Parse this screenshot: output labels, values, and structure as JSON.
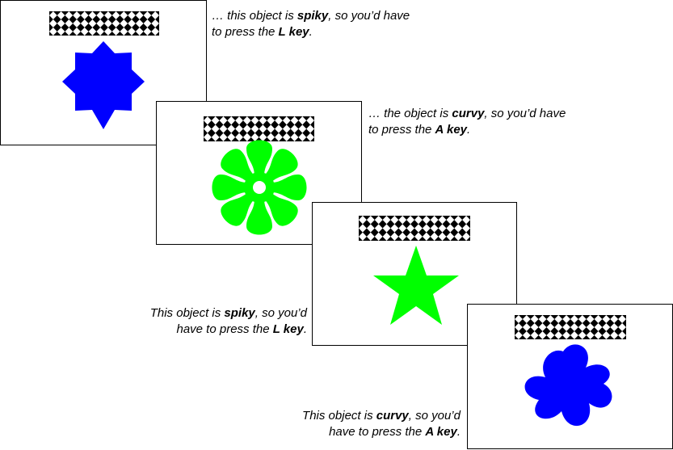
{
  "cards": [
    {
      "shape": "eight-point-star",
      "color": "#0000ff",
      "caption": {
        "line1_pre": "… this object is ",
        "line1_bold": "spiky",
        "line1_post": ", so you’d have",
        "line2_pre": "to press the ",
        "line2_bold": "L key",
        "line2_post": "."
      }
    },
    {
      "shape": "curvy-flower",
      "color": "#00ff00",
      "caption": {
        "line1_pre": "… the object is ",
        "line1_bold": "curvy",
        "line1_post": ", so you’d have",
        "line2_pre": "to press the ",
        "line2_bold": "A key",
        "line2_post": "."
      }
    },
    {
      "shape": "five-point-star",
      "color": "#00ff00",
      "caption": {
        "line1_pre": "This object is ",
        "line1_bold": "spiky",
        "line1_post": ", so you’d",
        "line2_pre": "have to press the ",
        "line2_bold": "L key",
        "line2_post": "."
      }
    },
    {
      "shape": "curvy-blob",
      "color": "#0000ff",
      "caption": {
        "line1_pre": "This object is ",
        "line1_bold": "curvy",
        "line1_post": ", so you’d",
        "line2_pre": "have to press the ",
        "line2_bold": "A key",
        "line2_post": "."
      }
    }
  ],
  "mask_pattern": "black-white-diamond-checker"
}
